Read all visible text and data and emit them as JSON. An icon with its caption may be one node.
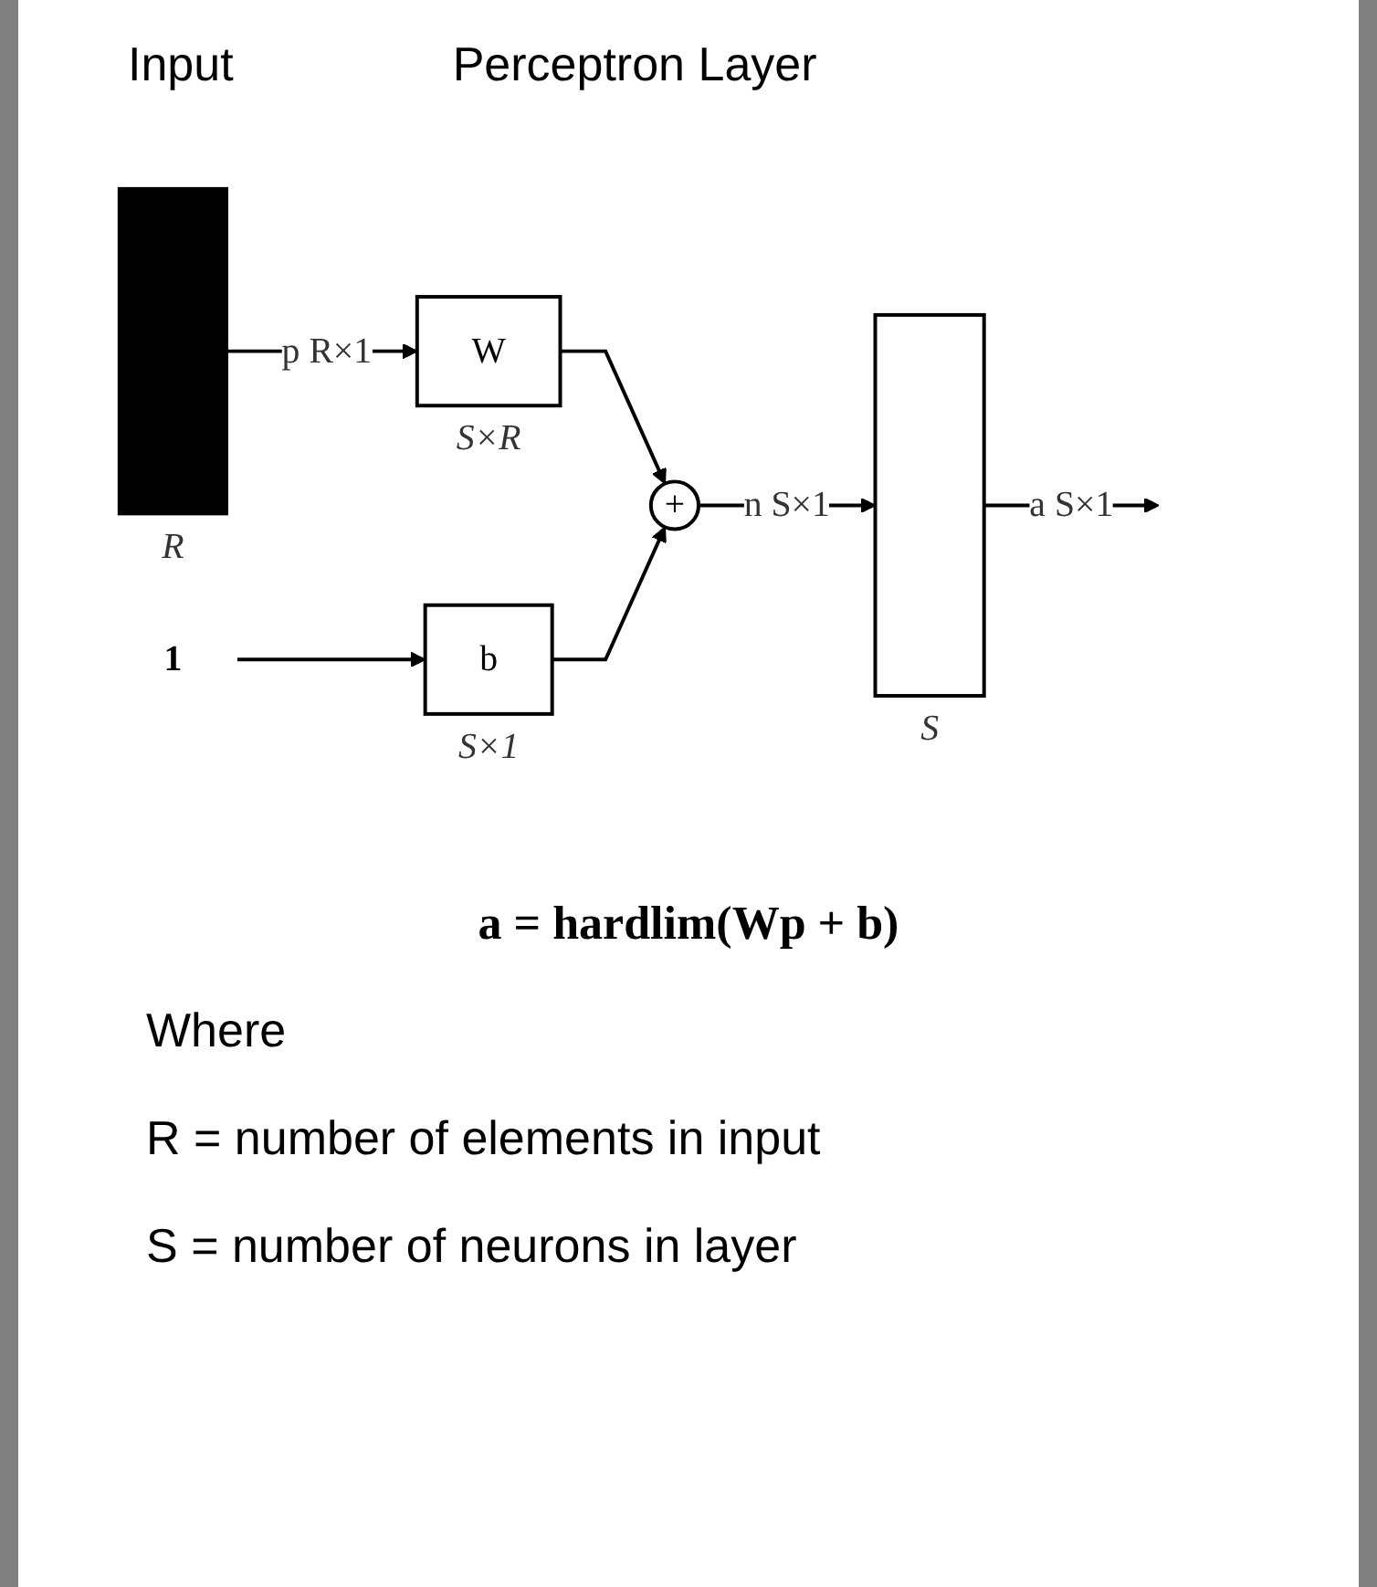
{
  "diagram": {
    "nodes": [
      {
        "text": [],
        "shape": "bar",
        "beside": [
          "R"
        ]
      },
      {
        "text": [
          "W"
        ],
        "beside": [
          "S×R"
        ]
      },
      {
        "text": [
          "1"
        ]
      },
      {
        "text": [
          "b"
        ],
        "beside": [
          "S×1"
        ]
      },
      {
        "text": [
          "+"
        ]
      },
      {
        "text": [],
        "shape": "box",
        "beside": [
          "S"
        ]
      }
    ],
    "edges": [
      {
        "from": 0,
        "to": 1,
        "arrow": "to",
        "label": "p R×1"
      },
      {
        "from": 2,
        "to": 3,
        "arrow": "to"
      },
      {
        "from": 1,
        "to": 4,
        "arrow": "to"
      },
      {
        "from": 3,
        "to": 4,
        "arrow": "to"
      },
      {
        "from": 4,
        "to": 5,
        "arrow": "to",
        "label": "n S×1"
      },
      {
        "from": 5,
        "to": null,
        "arrow": "to",
        "label": "a S×1"
      }
    ],
    "labels": [
      "Input",
      "Perceptron Layer",
      "a = hardlim(Wp + b)",
      "Where",
      "R = number of elements in input",
      "S = number of neurons in layer"
    ]
  }
}
